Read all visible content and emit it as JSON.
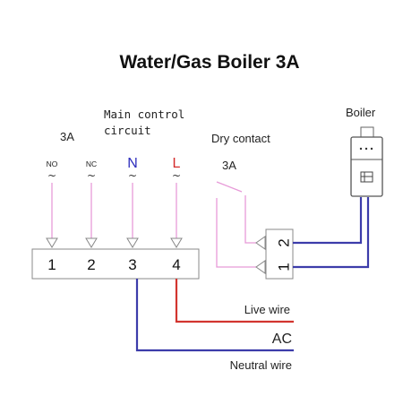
{
  "title": "Water/Gas Boiler 3A",
  "labels": {
    "rating_left": "3A",
    "main_control": [
      "Main control",
      "circuit"
    ],
    "dry_contact": "Dry contact",
    "rating_dry": "3A",
    "boiler": "Boiler",
    "live_wire": "Live wire",
    "ac": "AC",
    "neutral_wire": "Neutral wire"
  },
  "terminals": [
    {
      "tag": "NO",
      "tilde": "~",
      "number": "1"
    },
    {
      "tag": "NC",
      "tilde": "~",
      "number": "2"
    },
    {
      "tag": "N",
      "tilde": "~",
      "number": "3"
    },
    {
      "tag": "L",
      "tilde": "~",
      "number": "4"
    }
  ],
  "dry_terminals": [
    "2",
    "1"
  ],
  "colors": {
    "pink": "#e79ad8",
    "blue": "#3c3caa",
    "red": "#d2352f",
    "n_label": "#2d2dbd",
    "l_label": "#d42c2c",
    "box_stroke": "#888888"
  }
}
